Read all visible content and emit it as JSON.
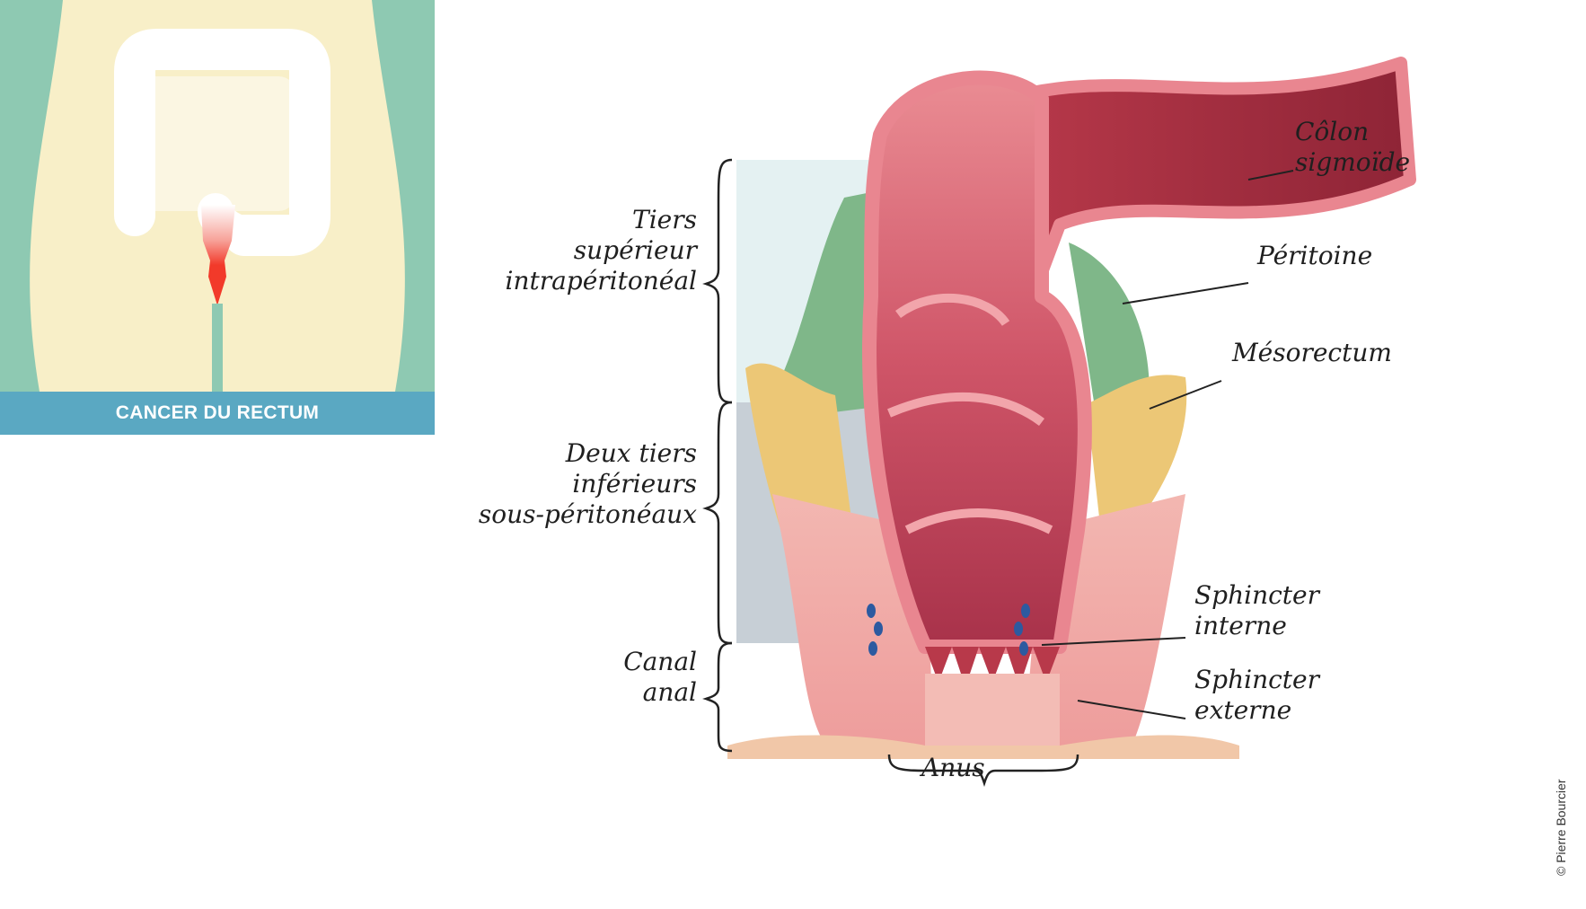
{
  "thumbnail": {
    "caption": "CANCER DU RECTUM"
  },
  "labels": {
    "colon_sigmoide_line1": "Côlon",
    "colon_sigmoide_line2": "sigmoïde",
    "peritoine": "Péritoine",
    "mesorectum": "Mésorectum",
    "sphincter_interne_line1": "Sphincter",
    "sphincter_interne_line2": "interne",
    "sphincter_externe_line1": "Sphincter",
    "sphincter_externe_line2": "externe",
    "anus": "Anus",
    "tiers_superieur_line1": "Tiers",
    "tiers_superieur_line2": "supérieur",
    "tiers_superieur_line3": "intrapéritonéal",
    "deux_tiers_line1": "Deux tiers",
    "deux_tiers_line2": "inférieurs",
    "deux_tiers_line3": "sous-péritonéaux",
    "canal_anal_line1": "Canal",
    "canal_anal_line2": "anal"
  },
  "credit": "© Pierre Bourcier",
  "colors": {
    "thumb_bg": "#8ec9b2",
    "thumb_body": "#f8efc8",
    "thumb_caption_bg": "#5aa8c2",
    "tumor": "#f23a2a",
    "rectum_wall": "#e57d86",
    "rectum_inner": "#c64b62",
    "mesorectum_fat": "#ecc776",
    "peritoneum": "#7fb789",
    "band_upper": "#dfeef0",
    "band_lower": "#b9c3cc"
  }
}
